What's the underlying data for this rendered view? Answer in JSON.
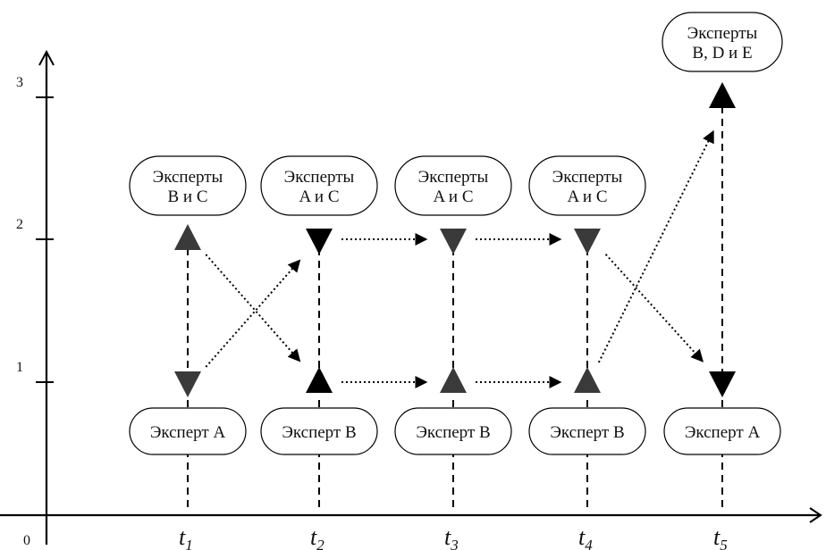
{
  "axes": {
    "origin_label": "0",
    "y_ticks": [
      {
        "value": 1,
        "label": "1"
      },
      {
        "value": 2,
        "label": "2"
      },
      {
        "value": 3,
        "label": "3"
      }
    ],
    "x_ticks": [
      {
        "base": "t",
        "sub": "1"
      },
      {
        "base": "t",
        "sub": "2"
      },
      {
        "base": "t",
        "sub": "3"
      },
      {
        "base": "t",
        "sub": "4"
      },
      {
        "base": "t",
        "sub": "5"
      }
    ]
  },
  "stages": [
    {
      "t": 1,
      "top_label": [
        "Эксперты",
        "B и C"
      ],
      "bottom_label": [
        "Эксперт A"
      ],
      "markers": [
        {
          "level": 2,
          "dir": "up",
          "shade": "dark"
        },
        {
          "level": 1,
          "dir": "down",
          "shade": "dark"
        }
      ]
    },
    {
      "t": 2,
      "top_label": [
        "Эксперты",
        "A и C"
      ],
      "bottom_label": [
        "Эксперт B"
      ],
      "markers": [
        {
          "level": 2,
          "dir": "down",
          "shade": "black"
        },
        {
          "level": 1,
          "dir": "up",
          "shade": "black"
        }
      ]
    },
    {
      "t": 3,
      "top_label": [
        "Эксперты",
        "A и C"
      ],
      "bottom_label": [
        "Эксперт B"
      ],
      "markers": [
        {
          "level": 2,
          "dir": "down",
          "shade": "dark"
        },
        {
          "level": 1,
          "dir": "up",
          "shade": "dark"
        }
      ]
    },
    {
      "t": 4,
      "top_label": [
        "Эксперты",
        "A и C"
      ],
      "bottom_label": [
        "Эксперт B"
      ],
      "markers": [
        {
          "level": 2,
          "dir": "down",
          "shade": "dark"
        },
        {
          "level": 1,
          "dir": "up",
          "shade": "dark"
        }
      ]
    },
    {
      "t": 5,
      "top_label": [
        "Эксперты",
        "B, D и E"
      ],
      "bottom_label": [
        "Эксперт A"
      ],
      "markers": [
        {
          "level": 3,
          "dir": "up",
          "shade": "black"
        },
        {
          "level": 1,
          "dir": "down",
          "shade": "black"
        }
      ]
    }
  ],
  "transitions": [
    {
      "from": [
        1,
        2
      ],
      "to": [
        2,
        1
      ]
    },
    {
      "from": [
        1,
        1
      ],
      "to": [
        2,
        2
      ]
    },
    {
      "from": [
        2,
        2
      ],
      "to": [
        3,
        2
      ]
    },
    {
      "from": [
        2,
        1
      ],
      "to": [
        3,
        1
      ]
    },
    {
      "from": [
        3,
        2
      ],
      "to": [
        4,
        2
      ]
    },
    {
      "from": [
        3,
        1
      ],
      "to": [
        4,
        1
      ]
    },
    {
      "from": [
        4,
        2
      ],
      "to": [
        5,
        1
      ]
    },
    {
      "from": [
        4,
        1
      ],
      "to": [
        5,
        3
      ]
    }
  ],
  "colors": {
    "line": "#000000",
    "marker_dark": "#3a3a3a",
    "marker_black": "#000000",
    "bubble_fill": "#ffffff"
  }
}
